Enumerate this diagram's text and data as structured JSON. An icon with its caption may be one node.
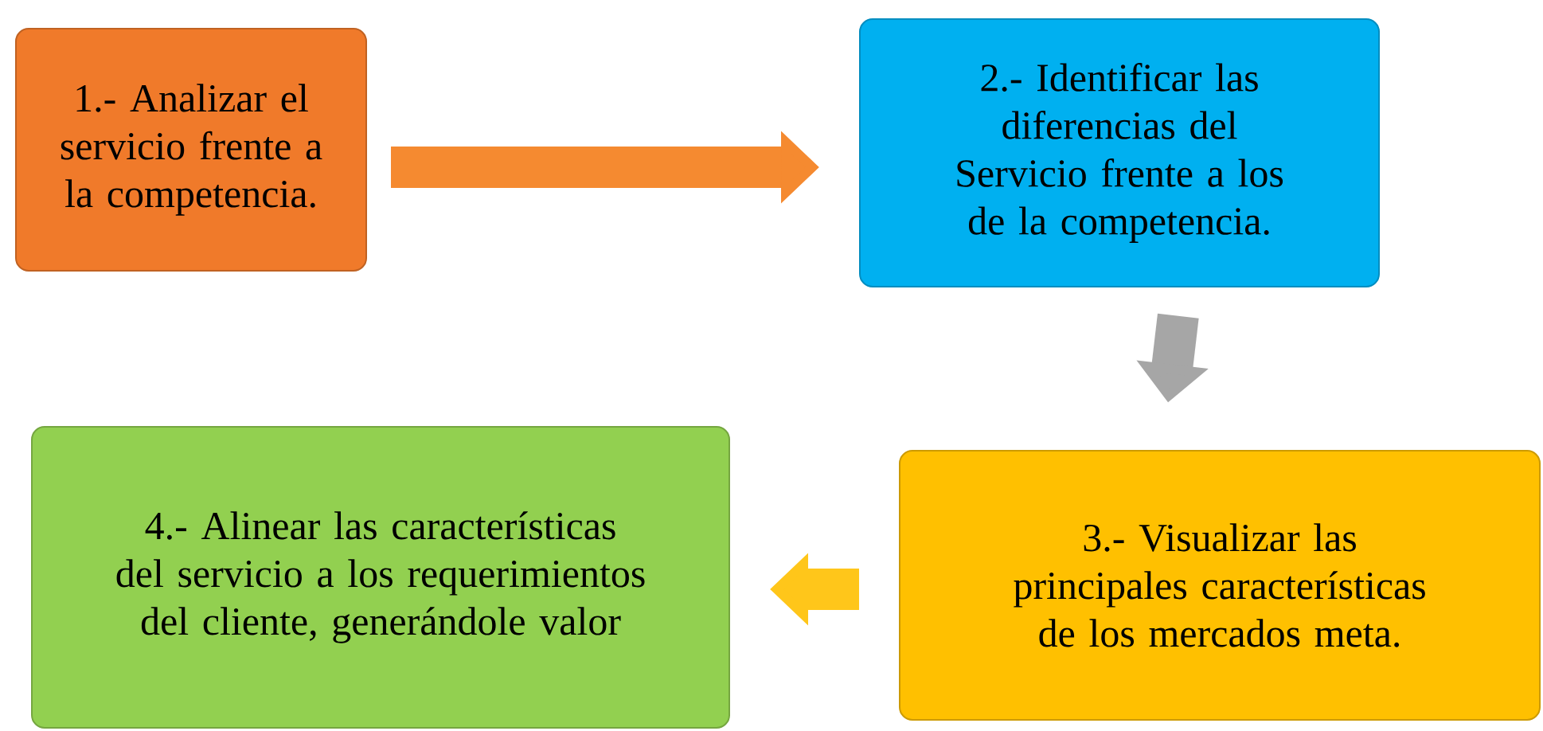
{
  "diagram": {
    "nodes": [
      {
        "text": [
          "1.- Analizar el servicio frente a la competencia."
        ]
      },
      {
        "text": [
          "2.- Identificar las diferencias del Servicio frente a los de la competencia."
        ]
      },
      {
        "text": [
          "3.- Visualizar las principales características de los mercados meta."
        ]
      },
      {
        "text": [
          "4.- Alinear las características del servicio a los requerimientos del cliente, generándole valor"
        ]
      }
    ],
    "edges": [
      {
        "from": 0,
        "to": 1,
        "arrow": "to",
        "color": "#f58a30"
      },
      {
        "from": 1,
        "to": 2,
        "arrow": "to",
        "color": "#a6a6a6"
      },
      {
        "from": 2,
        "to": 3,
        "arrow": "to",
        "color": "#ffc61a"
      }
    ]
  }
}
